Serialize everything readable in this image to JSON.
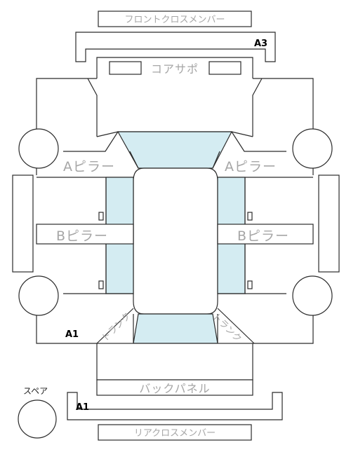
{
  "labels": {
    "front_cross_member": "フロントクロスメンバー",
    "core_support": "コアサポ",
    "a_pillar_left": "Aピラー",
    "a_pillar_right": "Aピラー",
    "b_pillar_left": "Bピラー",
    "b_pillar_right": "Bピラー",
    "back_panel": "バックパネル",
    "rear_cross_member": "リアクロスメンバー",
    "spare": "スペア",
    "trunk_left": "トランク",
    "trunk_right": "トランク"
  },
  "grades": {
    "front_member": "A3",
    "rear_body": "A1",
    "rear_member": "A1"
  },
  "colors": {
    "line": "#2b2b2b",
    "label": "#a6a6a6",
    "glass": "#d4ecf2"
  }
}
